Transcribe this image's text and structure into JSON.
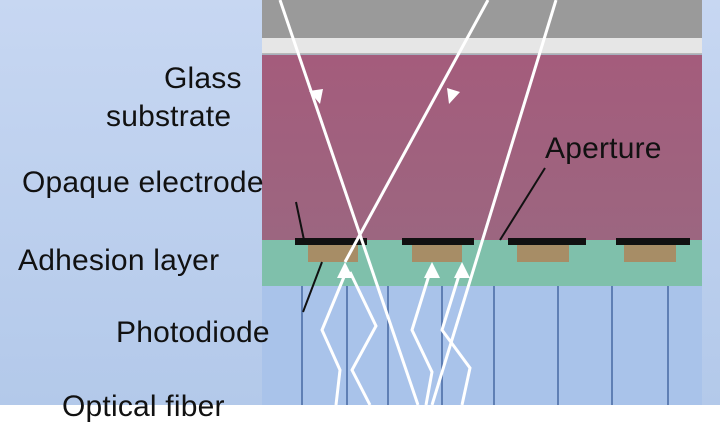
{
  "labels": {
    "glass_line1": "Glass",
    "glass_line2": "substrate",
    "aperture": "Aperture",
    "opaque_electrode": "Opaque electrode",
    "adhesion_layer": "Adhesion layer",
    "photodiode": "Photodiode",
    "optical_fiber": "Optical fiber"
  },
  "colors": {
    "background": "#bcd0ee",
    "top_layer": "#9a9a9a",
    "thin_layer": "#e6e6e6",
    "glass_substrate": "#a1627c",
    "adhesion_layer": "#7fc0ab",
    "fiber_bundle": "#a9c3ea",
    "electrode": "#111111",
    "photodiode": "#a78d66",
    "light_rays": "#ffffff"
  }
}
